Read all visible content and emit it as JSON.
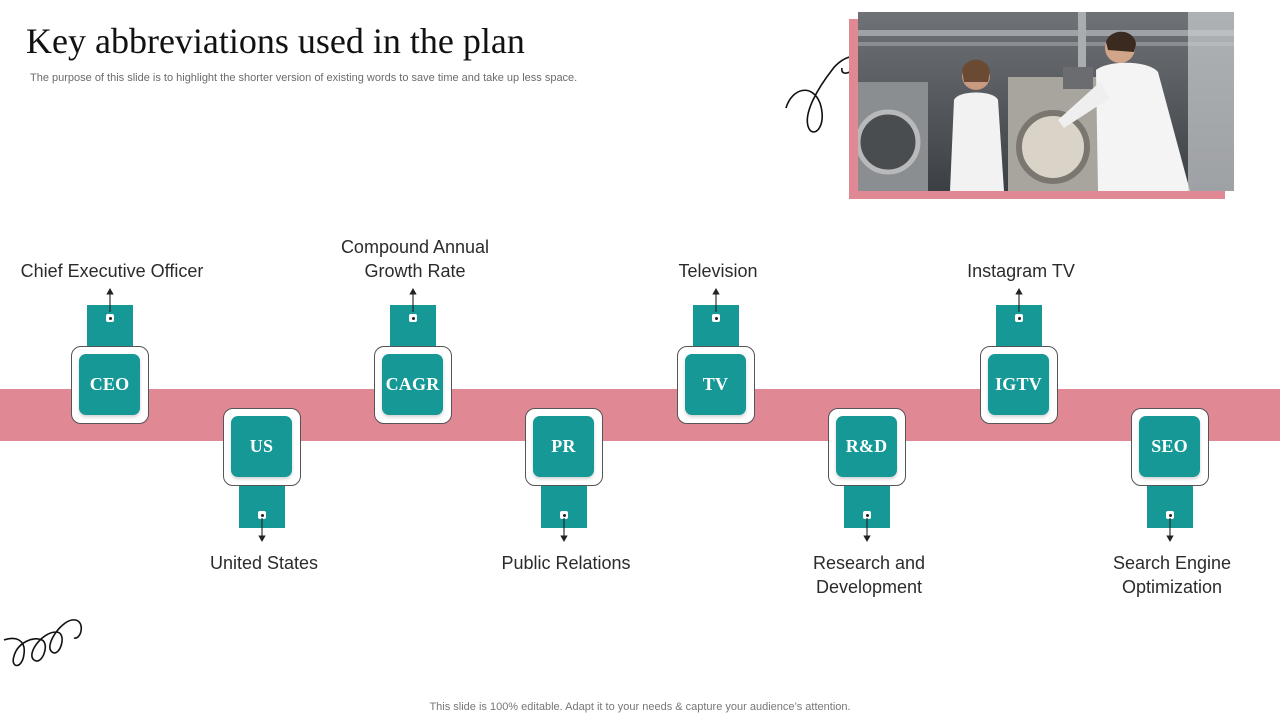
{
  "header": {
    "title": "Key abbreviations  used in the plan",
    "subtitle": "The purpose of this slide is to highlight the shorter version of existing words to save time and take up less space."
  },
  "footer": {
    "text": "This slide is 100% editable. Adapt it to your needs & capture your audience’s attention."
  },
  "colors": {
    "teal": "#169896",
    "pink": "#e08894",
    "text": "#2b2b2b"
  },
  "photo": {
    "description_icon": "photo-laundry-machines"
  },
  "abbreviations": [
    {
      "abbr": "CEO",
      "meaning": "Chief Executive Officer",
      "position": "top"
    },
    {
      "abbr": "US",
      "meaning": "United States",
      "position": "bottom"
    },
    {
      "abbr": "CAGR",
      "meaning": "Compound Annual Growth Rate",
      "position": "top"
    },
    {
      "abbr": "PR",
      "meaning": "Public Relations",
      "position": "bottom"
    },
    {
      "abbr": "TV",
      "meaning": "Television",
      "position": "top"
    },
    {
      "abbr": "R&D",
      "meaning": "Research and Development",
      "position": "bottom"
    },
    {
      "abbr": "IGTV",
      "meaning": "Instagram TV",
      "position": "top"
    },
    {
      "abbr": "SEO",
      "meaning": "Search Engine Optimization",
      "position": "bottom"
    }
  ]
}
